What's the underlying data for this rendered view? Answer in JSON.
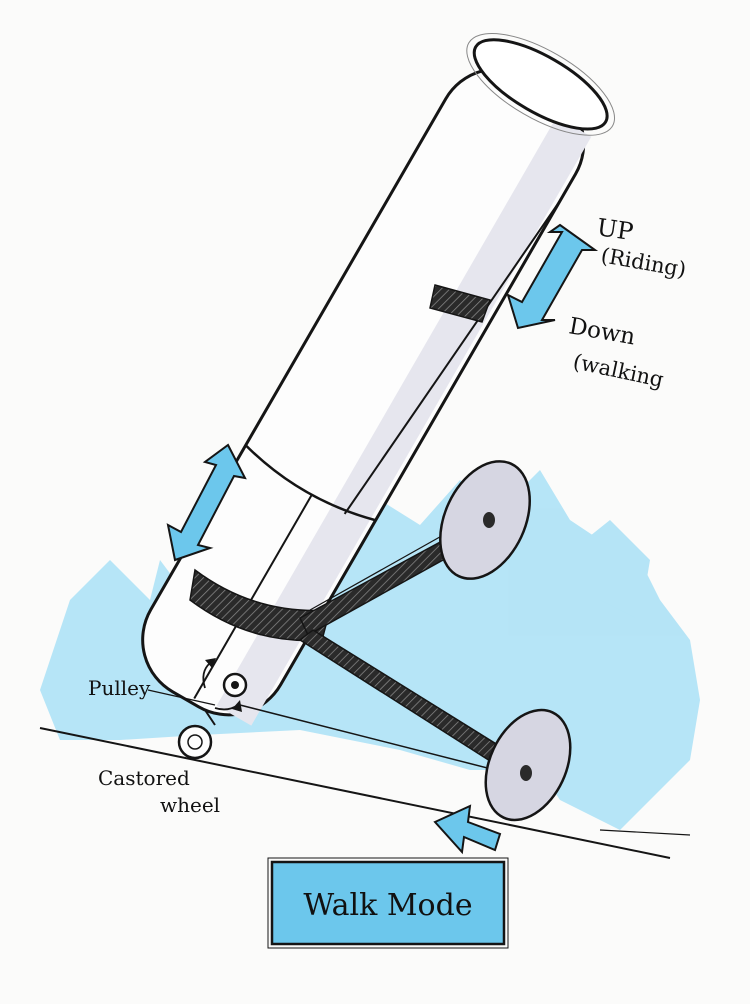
{
  "colors": {
    "paper": "#fbfbfa",
    "ink": "#151515",
    "marker_blue": "#6cc7ec",
    "light_blue": "#a9e0f6",
    "wheel_grey": "#d6d6e2",
    "tube_shadow": "#e6e6ee"
  },
  "labels": {
    "up": "UP",
    "riding": "(Riding)",
    "down": "Down",
    "walking": "(walking",
    "pulley": "Pulley",
    "castored": "Castored",
    "wheel": "wheel",
    "mode_box": "Walk Mode"
  },
  "icons": {
    "up_down_arrow": "double-headed-arrow-icon",
    "adjust_arrow": "double-headed-arrow-icon",
    "push_arrow": "arrow-icon",
    "rotation_arrow": "rotation-arrow-icon"
  }
}
